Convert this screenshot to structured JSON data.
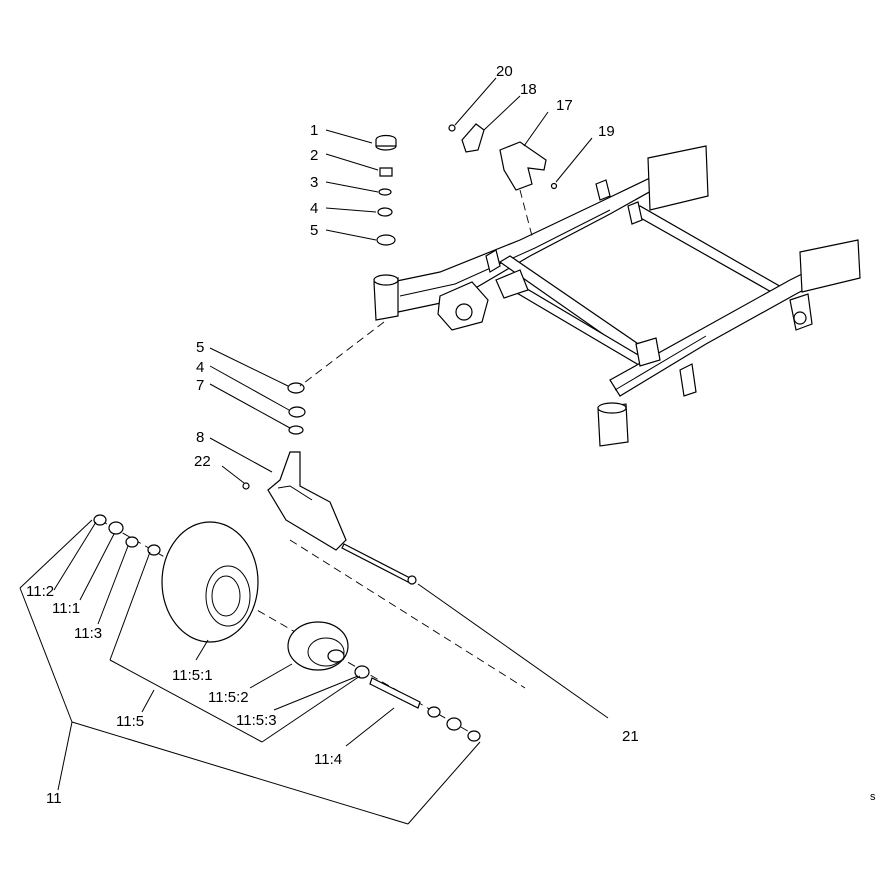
{
  "callouts": {
    "c1": "1",
    "c2": "2",
    "c3": "3",
    "c4": "4",
    "c5": "5",
    "c5b": "5",
    "c4b": "4",
    "c7": "7",
    "c8": "8",
    "c17": "17",
    "c18": "18",
    "c19": "19",
    "c20": "20",
    "c21": "21",
    "c22": "22",
    "c11": "11",
    "c11_1": "11:1",
    "c11_2": "11:2",
    "c11_3": "11:3",
    "c11_4": "11:4",
    "c11_5": "11:5",
    "c11_5_1": "11:5:1",
    "c11_5_2": "11:5:2",
    "c11_5_3": "11:5:3"
  },
  "corner_mark": "s"
}
